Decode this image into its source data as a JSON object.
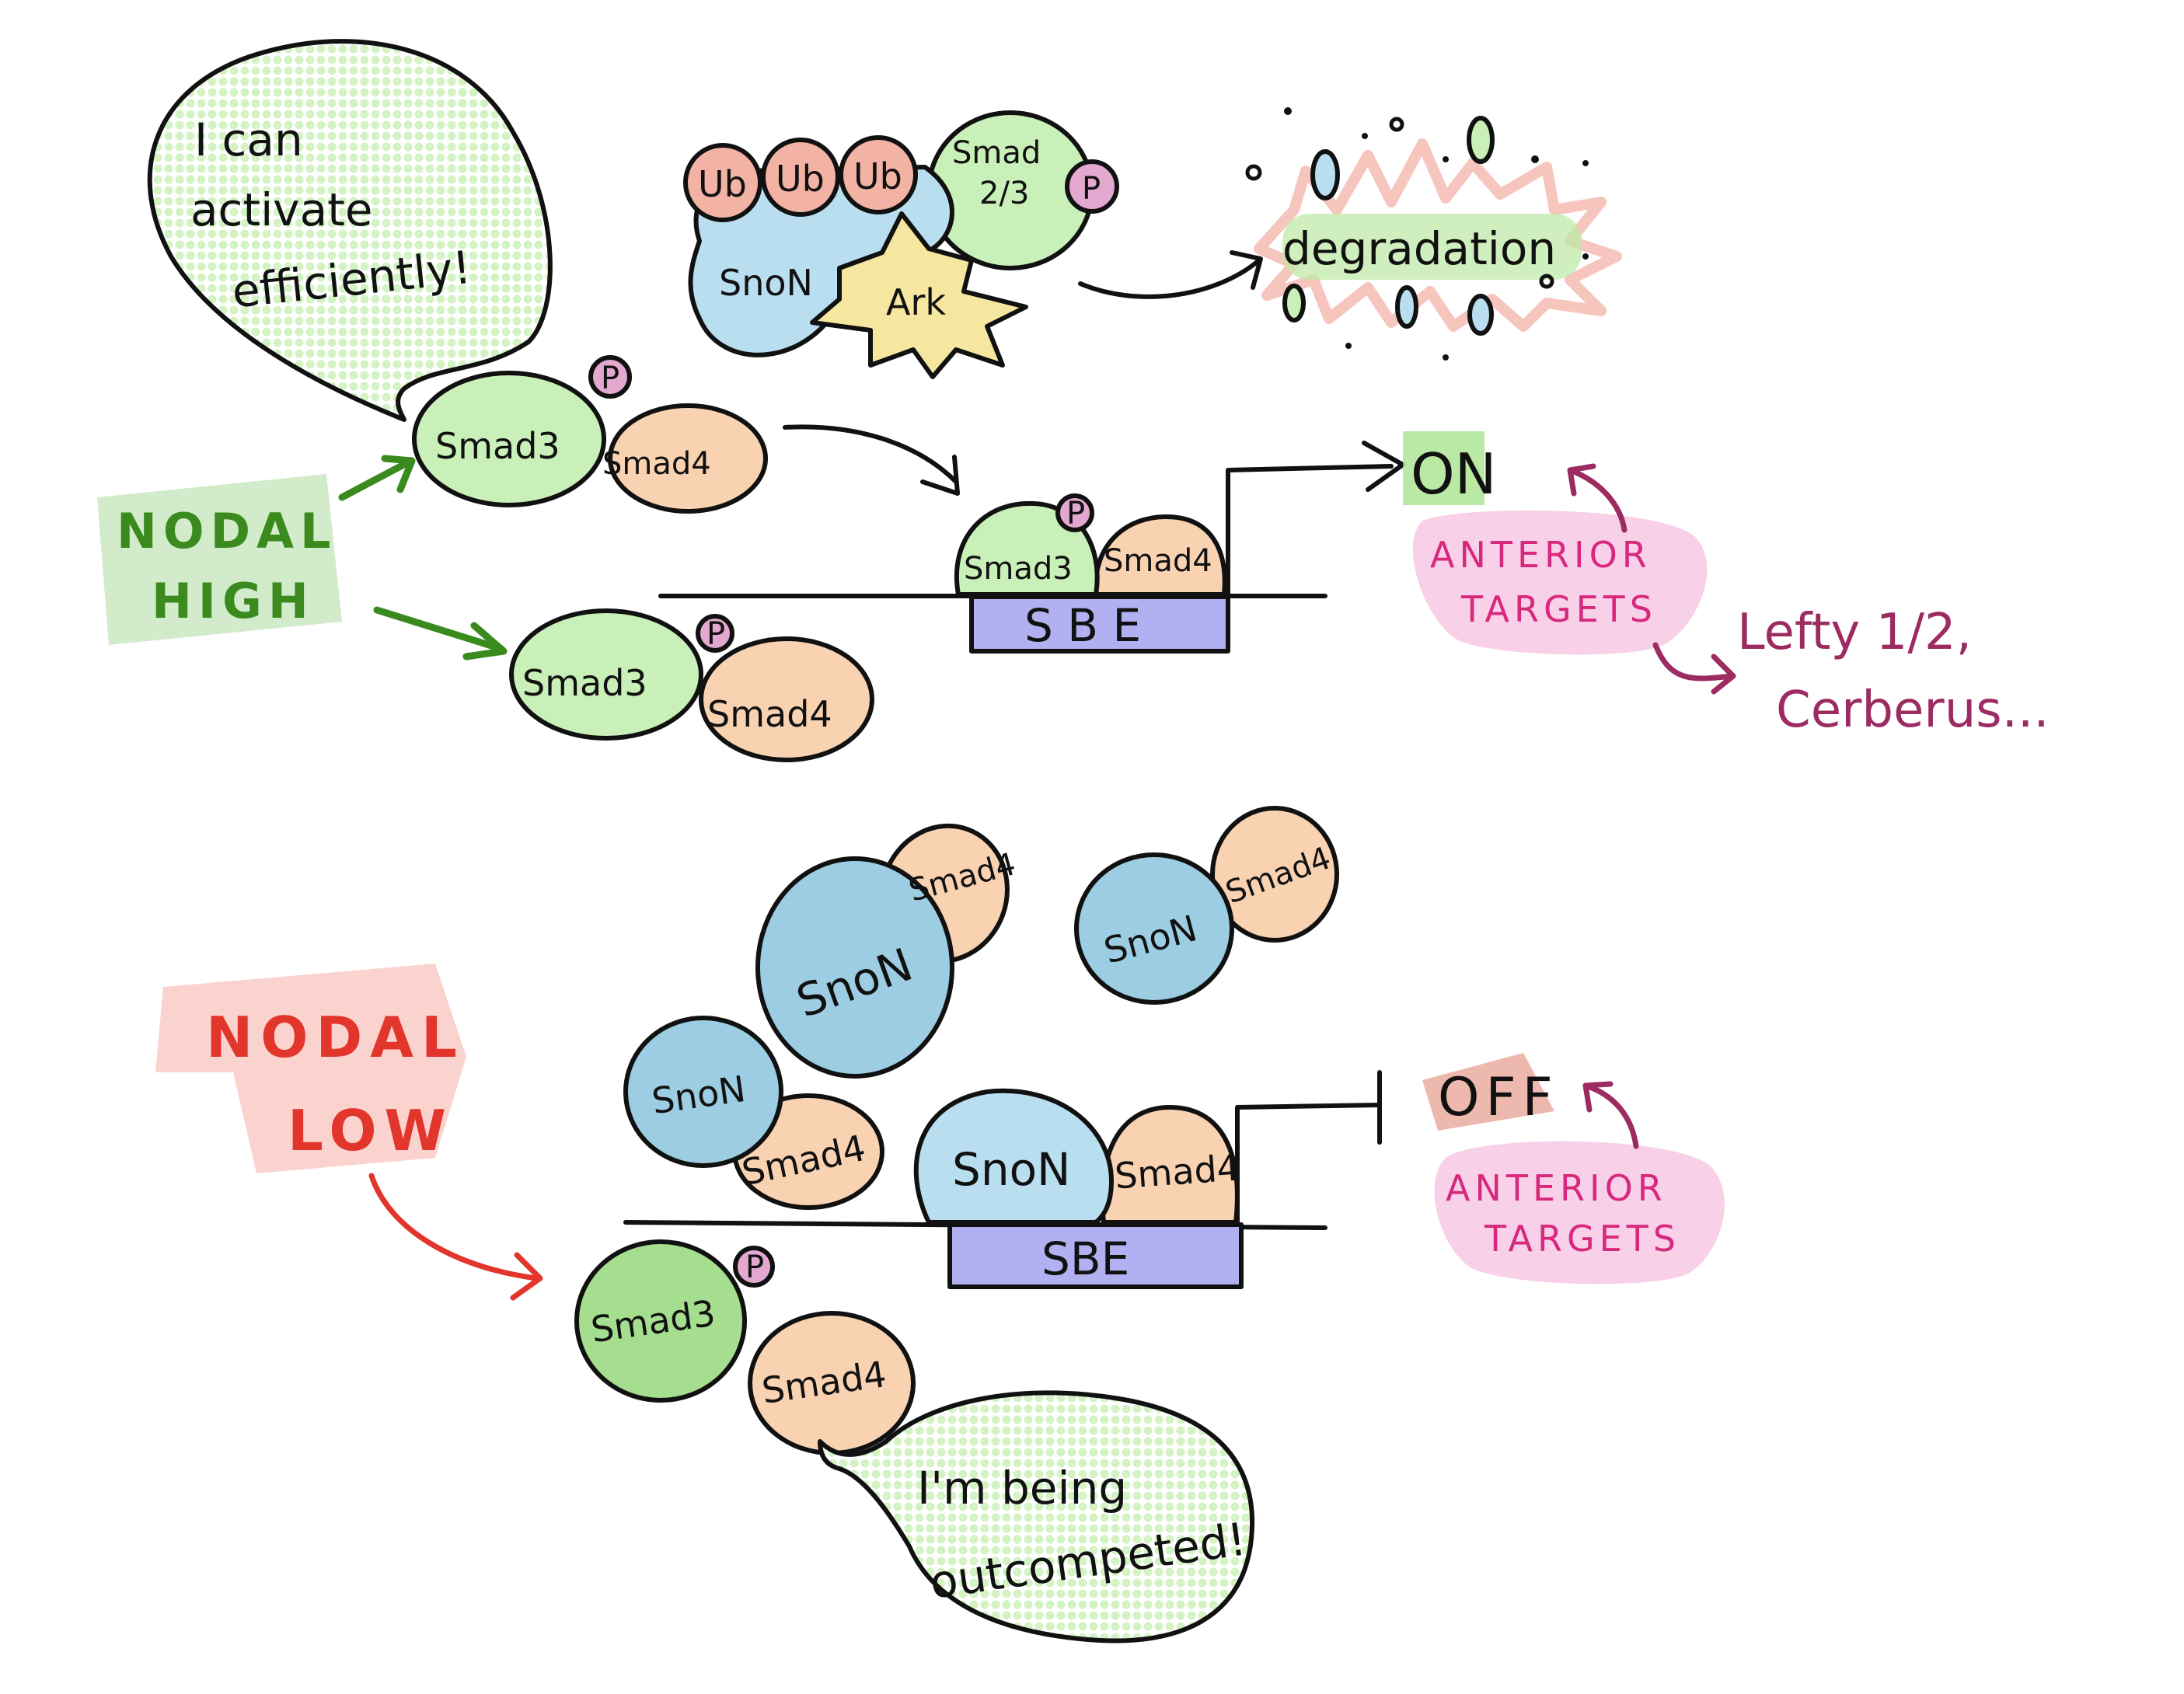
{
  "diagram": {
    "title": "Nodal signaling: Smad3 vs SnoN competition at SBE",
    "colors": {
      "smad3_green": "#c9f0b8",
      "smad4_orange": "#f8d2b1",
      "snon_blue": "#b9def0",
      "phospho_pink": "#e3a8cf",
      "ubiquitin_salmon": "#f3b3a4",
      "ark_yellow": "#f6e7a0",
      "sbe_purple": "#b1b0f0",
      "nodal_high_green": "#3a8a1e",
      "nodal_low_red": "#e2352c",
      "anterior_targets_pink": "#d8287e",
      "target_genes_plum": "#9c2b61"
    },
    "high_panel": {
      "condition_label_line1": "NODAL",
      "condition_label_line2": "HIGH",
      "speech_bubble": {
        "line1": "I  can",
        "line2": "activate",
        "line3": "efficiently!"
      },
      "complex_top": {
        "smad3": "Smad3",
        "smad4": "Smad4",
        "phospho": "P"
      },
      "complex_bottom": {
        "smad3": "Smad3",
        "smad4": "Smad4",
        "phospho": "P"
      },
      "degradation_complex": {
        "ubiquitins": [
          "Ub",
          "Ub",
          "Ub"
        ],
        "smad23_line1": "Smad",
        "smad23_line2": "2/3",
        "phospho": "P",
        "snon": "SnoN",
        "ark": "Ark"
      },
      "degradation_label": "degradation",
      "bound_complex": {
        "smad3": "Smad3",
        "smad4": "Smad4",
        "phospho": "P"
      },
      "sbe_label": "S B E",
      "output_state": "ON",
      "targets_line1": "ANTERIOR",
      "targets_line2": "TARGETS",
      "target_genes_line1": "Lefty 1/2,",
      "target_genes_line2": "Cerberus..."
    },
    "low_panel": {
      "condition_label_line1": "NODAL",
      "condition_label_line2": "LOW",
      "free_snon_complexes": [
        {
          "snon": "SnoN",
          "smad4": "Smad4"
        },
        {
          "snon": "SnoN",
          "smad4": "Smad4"
        },
        {
          "snon": "SnoN",
          "smad4": "Smad4"
        }
      ],
      "bound_complex": {
        "snon": "SnoN",
        "smad4": "Smad4"
      },
      "sbe_label": "SBE",
      "output_state": "OFF",
      "targets_line1": "ANTERIOR",
      "targets_line2": "TARGETS",
      "smad3_complex": {
        "smad3": "Smad3",
        "smad4": "Smad4",
        "phospho": "P"
      },
      "speech_bubble": {
        "line1": "I'm being",
        "line2": "outcompeted!"
      }
    }
  }
}
